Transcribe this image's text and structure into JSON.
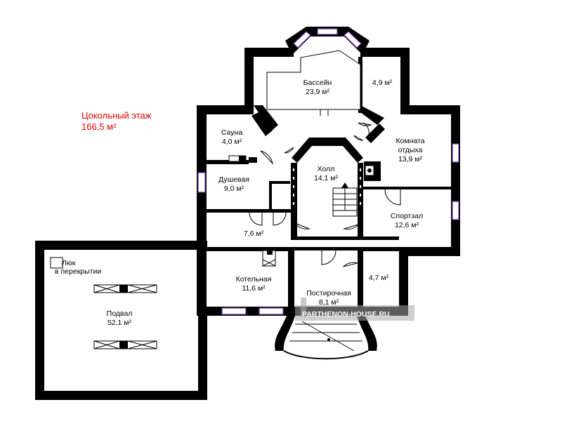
{
  "floor": {
    "title": "Цокольный этаж",
    "area": "166,5 м²"
  },
  "rooms": {
    "pool": {
      "name": "Бассейн",
      "area": "23,9 м²"
    },
    "small_49": {
      "name": "",
      "area": "4,9 м²"
    },
    "sauna": {
      "name": "Сауна",
      "area": "4,0 м²"
    },
    "lounge": {
      "name_l1": "Комната",
      "name_l2": "отдыха",
      "area": "13,9 м²"
    },
    "hall": {
      "name": "Холл",
      "area": "14,1 м²"
    },
    "shower": {
      "name": "Душевая",
      "area": "9,0 м²"
    },
    "small_76": {
      "name": "",
      "area": "7,6 м²"
    },
    "gym": {
      "name": "Спортзал",
      "area": "12,6 м²"
    },
    "boiler": {
      "name": "Котельная",
      "area": "11,6 м²"
    },
    "small_47": {
      "name": "",
      "area": "4,7 м²"
    },
    "laundry": {
      "name": "Постирочная",
      "area": "8,1 м²"
    },
    "basement": {
      "name": "Подвал",
      "area": "52,1 м²"
    }
  },
  "hatch": {
    "line1": "Люк",
    "line2": "в перекрытии"
  },
  "watermark": {
    "text": "PARTHENON-HOUSE.RU",
    "colors": {
      "shadow": "#a8a8a8",
      "text": "#ffffff"
    }
  },
  "colors": {
    "wall": "#000000",
    "window": "#6a2ea8",
    "title": "#e00000"
  }
}
